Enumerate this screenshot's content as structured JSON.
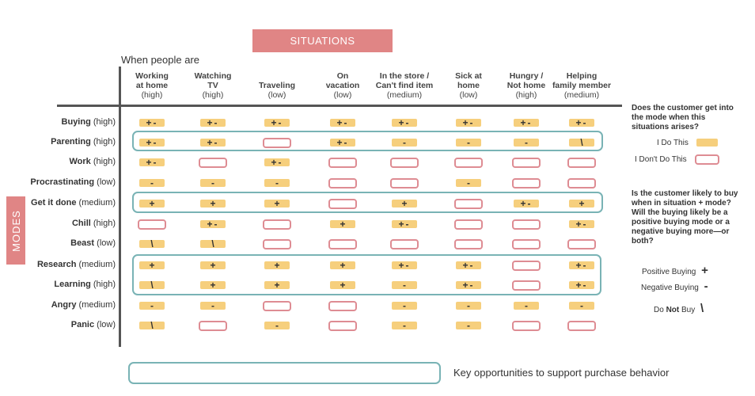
{
  "situations_title": "SITUATIONS",
  "when_label": "When people are",
  "modes_label": "MODES",
  "columns": [
    {
      "title": [
        "Working",
        "at home"
      ],
      "level": "(high)"
    },
    {
      "title": [
        "Watching",
        "TV"
      ],
      "level": "(high)"
    },
    {
      "title": [
        "Traveling"
      ],
      "level": "(low)"
    },
    {
      "title": [
        "On",
        "vacation"
      ],
      "level": "(low)"
    },
    {
      "title": [
        "In the store /",
        "Can't find item"
      ],
      "level": "(medium)"
    },
    {
      "title": [
        "Sick at",
        "home"
      ],
      "level": "(low)"
    },
    {
      "title": [
        "Hungry /",
        "Not home"
      ],
      "level": "(high)"
    },
    {
      "title": [
        "Helping",
        "family member"
      ],
      "level": "(medium)"
    }
  ],
  "rows": [
    {
      "mode": "Buying",
      "level": "(high)",
      "cells": [
        "+-",
        "+-",
        "+-",
        "+-",
        "+-",
        "+-",
        "+-",
        "+-"
      ]
    },
    {
      "mode": "Parenting",
      "level": "(high)",
      "cells": [
        "+-",
        "+-",
        "no",
        "+-",
        "-",
        "-",
        "-",
        "\\"
      ]
    },
    {
      "mode": "Work",
      "level": "(high)",
      "cells": [
        "+-",
        "no",
        "+-",
        "no",
        "no",
        "no",
        "no",
        "no"
      ]
    },
    {
      "mode": "Procrastinating",
      "level": "(low)",
      "cells": [
        "-",
        "-",
        "-",
        "no",
        "no",
        "-",
        "no",
        "no"
      ]
    },
    {
      "mode": "Get it done",
      "level": "(medium)",
      "cells": [
        "+",
        "+",
        "+",
        "no",
        "+",
        "no",
        "+-",
        "+"
      ]
    },
    {
      "mode": "Chill",
      "level": "(high)",
      "cells": [
        "no",
        "+-",
        "no",
        "+",
        "+-",
        "no",
        "no",
        "+-"
      ]
    },
    {
      "mode": "Beast",
      "level": "(low)",
      "cells": [
        "\\",
        "\\",
        "no",
        "no",
        "no",
        "no",
        "no",
        "no"
      ]
    },
    {
      "mode": "Research",
      "level": "(medium)",
      "cells": [
        "+",
        "+",
        "+",
        "+",
        "+-",
        "+-",
        "no",
        "+-"
      ]
    },
    {
      "mode": "Learning",
      "level": "(high)",
      "cells": [
        "\\",
        "+",
        "+",
        "+",
        "-",
        "+-",
        "no",
        "+-"
      ]
    },
    {
      "mode": "Angry",
      "level": "(medium)",
      "cells": [
        "-",
        "-",
        "no",
        "no",
        "-",
        "-",
        "-",
        "-"
      ]
    },
    {
      "mode": "Panic",
      "level": "(low)",
      "cells": [
        "\\",
        "no",
        "-",
        "no",
        "-",
        "-",
        "no",
        "no"
      ]
    }
  ],
  "legend": {
    "q1": [
      "Does the customer get into",
      "the mode when this",
      "situations arises?"
    ],
    "i_do": "I Do This",
    "i_dont": "I Don't Do This",
    "q2": [
      "Is the customer likely to buy",
      "when in situation + mode?",
      "Will the buying likely be a",
      "positive buying mode or a",
      "negative buying more—or",
      "both?"
    ],
    "positive": "Positive Buying",
    "positive_glyph": "+",
    "negative": "Negative Buying",
    "negative_glyph": "-",
    "donot_prefix": "Do ",
    "donot_bold": "Not",
    "donot_suffix": " Buy",
    "donot_glyph": "\\",
    "key_label": "Key opportunities to support purchase behavior"
  },
  "colors": {
    "accent": "#e08585",
    "yes_fill": "#f6cf7d",
    "no_border": "#de8c93",
    "highlight": "#79b3b5"
  }
}
